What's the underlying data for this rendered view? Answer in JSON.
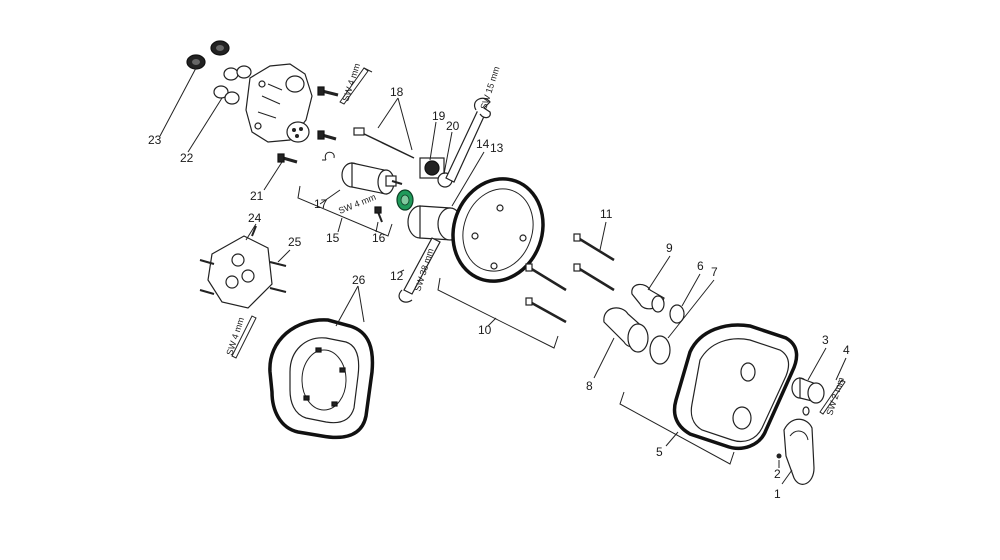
{
  "part_numbers": {
    "p1": "1",
    "p2": "2",
    "p3": "3",
    "p4": "4",
    "p5": "5",
    "p6": "6",
    "p7": "7",
    "p8": "8",
    "p9": "9",
    "p10": "10",
    "p11": "11",
    "p12": "12",
    "p13": "13",
    "p14": "14",
    "p15": "15",
    "p16": "16",
    "p17": "17",
    "p18": "18",
    "p19": "19",
    "p20": "20",
    "p21": "21",
    "p22": "22",
    "p23": "23",
    "p24": "24",
    "p25": "25",
    "p26": "26"
  },
  "tool_labels": {
    "sw4_top": "SW 4 mm",
    "sw15": "SW 15 mm",
    "sw4_mid": "SW 4 mm",
    "sw38": "SW 38 mm",
    "sw4_left": "SW 4 mm",
    "sw2": "SW 2 mm"
  },
  "colors": {
    "accent_green": "#1f9a5a",
    "line": "#222222"
  }
}
